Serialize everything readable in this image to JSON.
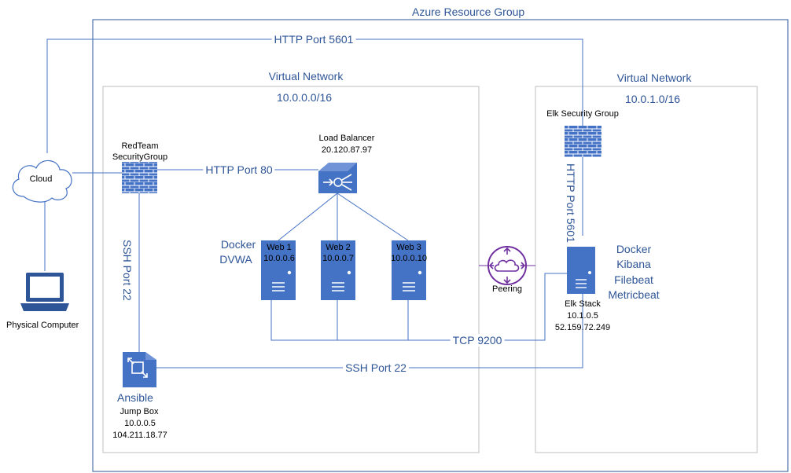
{
  "resource_group": {
    "label": "Azure Resource Group"
  },
  "vnet_left": {
    "title": "Virtual Network",
    "cidr": "10.0.0.0/16"
  },
  "vnet_right": {
    "title": "Virtual Network",
    "cidr": "10.0.1.0/16"
  },
  "cloud": {
    "label": "Cloud"
  },
  "physical_computer": {
    "label": "Physical Computer"
  },
  "redteam_sg": {
    "line1": "RedTeam",
    "line2": "SecurityGroup"
  },
  "load_balancer": {
    "name": "Load Balancer",
    "ip": "20.120.87.97"
  },
  "docker_dvwa": {
    "line1": "Docker",
    "line2": "DVWA"
  },
  "web1": {
    "name": "Web 1",
    "ip": "10.0.0.6"
  },
  "web2": {
    "name": "Web 2",
    "ip": "10.0.0.7"
  },
  "web3": {
    "name": "Web 3",
    "ip": "10.0.0.10"
  },
  "peering": {
    "label": "Peering"
  },
  "elk_sg": {
    "label": "Elk Security Group"
  },
  "elk_stack": {
    "name": "Elk Stack",
    "private_ip": "10.1.0.5",
    "public_ip": "52.159.72.249"
  },
  "elk_services": [
    "Docker",
    "Kibana",
    "Filebeat",
    "Metricbeat"
  ],
  "jump_box": {
    "tool": "Ansible",
    "name": "Jump Box",
    "private_ip": "10.0.0.5",
    "public_ip": "104.211.18.77"
  },
  "connections": {
    "http_5601_top": "HTTP Port 5601",
    "http_80": "HTTP Port 80",
    "ssh_22_vertical": "SSH Port 22",
    "http_5601_vertical": "HTTP Port 5601",
    "tcp_9200": "TCP 9200",
    "ssh_22_bottom": "SSH Port 22"
  },
  "colors": {
    "blue_text": "#2E5597",
    "line": "#4472C4",
    "icon": "#4472C4",
    "peering": "#7030A0",
    "box_border": "#BFBFBF"
  }
}
